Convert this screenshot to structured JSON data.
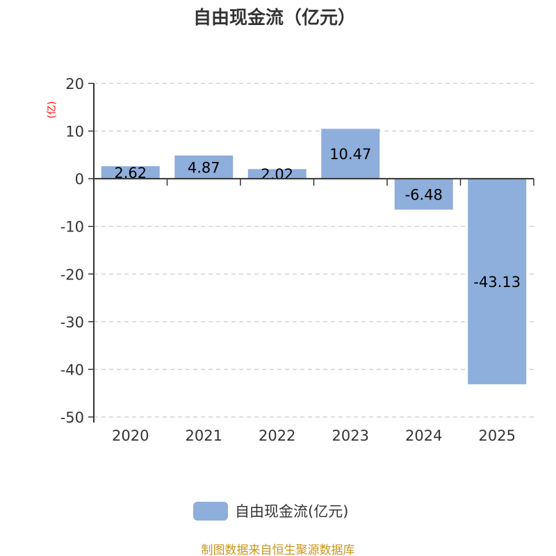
{
  "chart_data": {
    "type": "bar",
    "title": "自由现金流（亿元）",
    "ylabel": "(亿)",
    "xlabel": "",
    "categories": [
      "2020",
      "2021",
      "2022",
      "2023",
      "2024",
      "2025"
    ],
    "series": [
      {
        "name": "自由现金流(亿元)",
        "values": [
          2.62,
          4.87,
          2.02,
          10.47,
          -6.48,
          -43.13
        ],
        "labels": [
          "2.62",
          "4.87",
          "2.02",
          "10.47",
          "-6.48",
          "-43.13"
        ],
        "color": "#8eaedb"
      }
    ],
    "ylim": [
      -50,
      20
    ],
    "yticks": [
      20,
      10,
      0,
      -10,
      -20,
      -30,
      -40,
      -50
    ],
    "grid": true,
    "legend": "bottom-center"
  },
  "footer": {
    "source": "制图数据来自恒生聚源数据库"
  },
  "colors": {
    "bar": "#8eaedb",
    "ylabel": "#ff0000",
    "source": "#c8961e",
    "grid": "#cccccc",
    "axis": "#333333"
  }
}
